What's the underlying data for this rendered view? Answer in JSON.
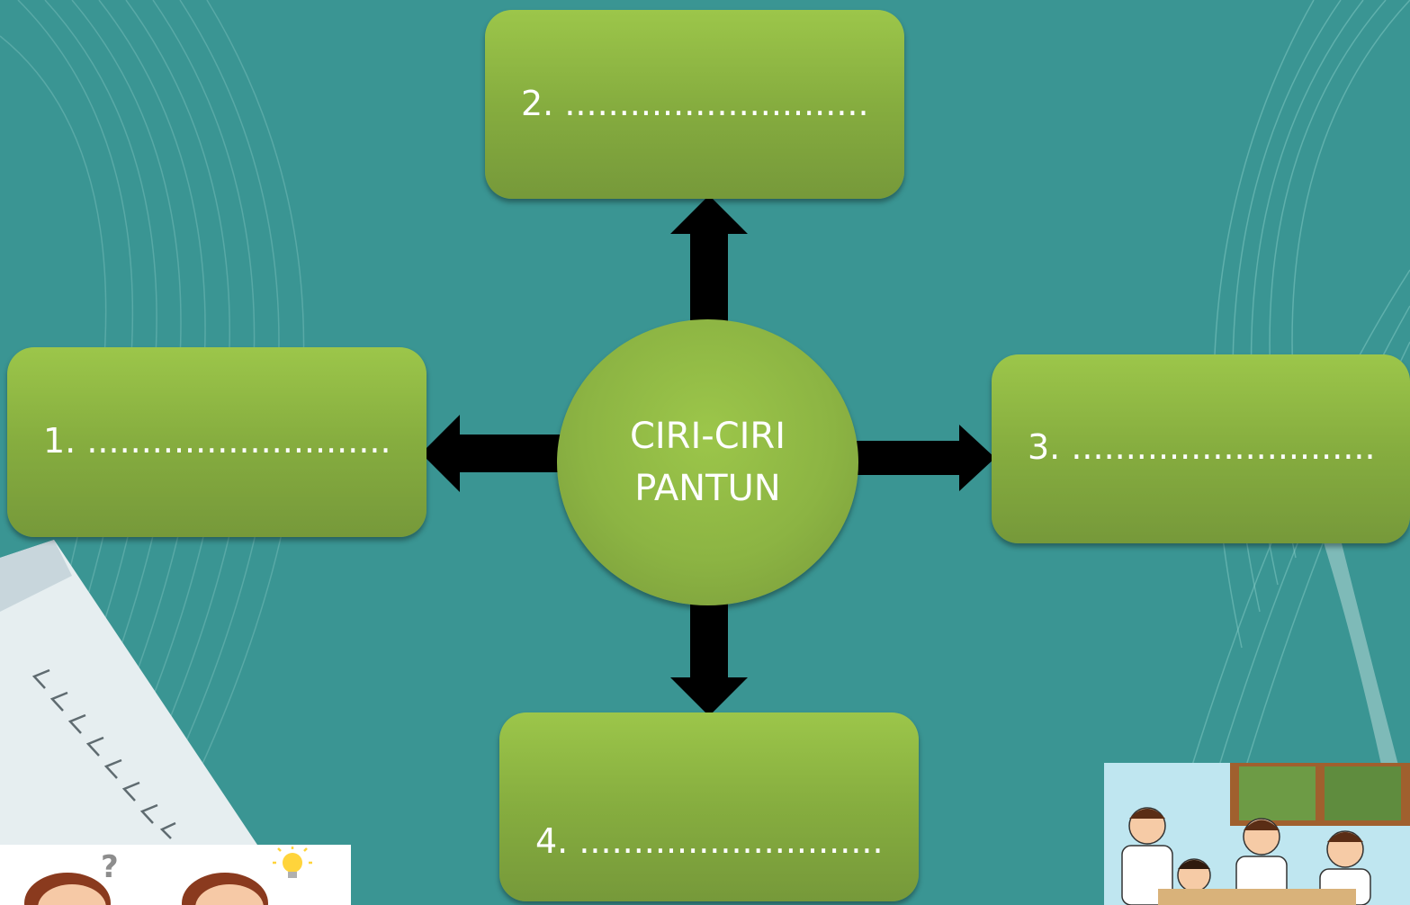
{
  "center": {
    "line1": "CIRI-CIRI",
    "line2": "PANTUN"
  },
  "boxes": [
    {
      "label": "1. ............................"
    },
    {
      "label": "2. ............................"
    },
    {
      "label": "3. ............................"
    },
    {
      "label": "4. ............................"
    }
  ],
  "colors": {
    "background": "#3a9593",
    "box_top": "#9cc64a",
    "box_bottom": "#76993a",
    "arrow": "#000000",
    "text": "#ffffff"
  },
  "icons": [
    "question-mark-icon",
    "light-bulb-icon",
    "chevron-left-icon"
  ]
}
